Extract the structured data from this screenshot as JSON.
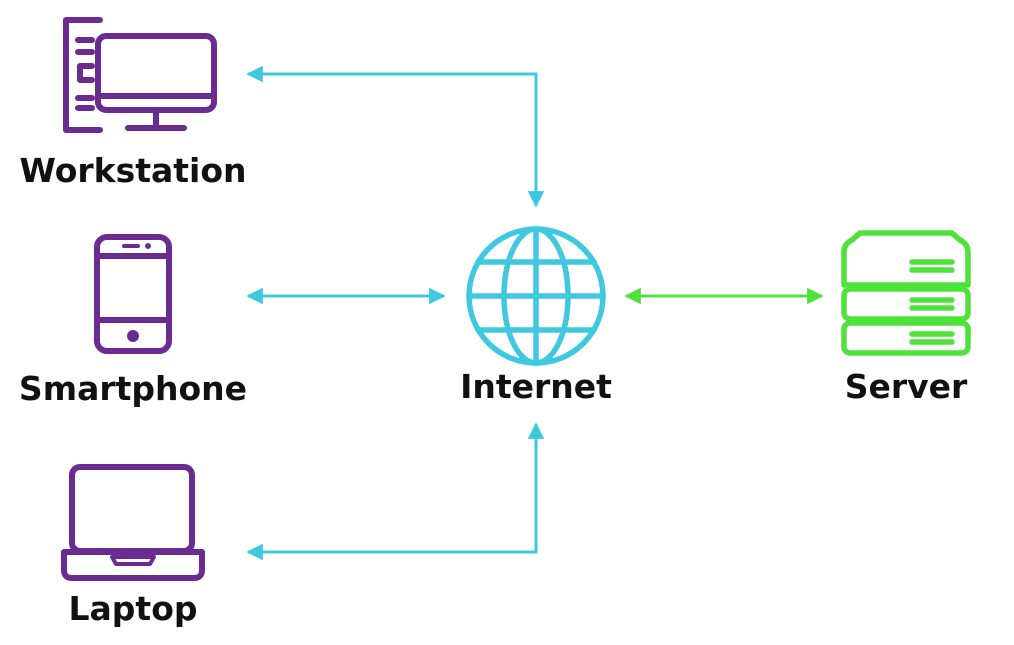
{
  "nodes": {
    "workstation": {
      "label": "Workstation",
      "icon": "desktop-computer-icon"
    },
    "smartphone": {
      "label": "Smartphone",
      "icon": "smartphone-icon"
    },
    "laptop": {
      "label": "Laptop",
      "icon": "laptop-icon"
    },
    "internet": {
      "label": "Internet",
      "icon": "globe-icon"
    },
    "server": {
      "label": "Server",
      "icon": "server-rack-icon"
    }
  },
  "connections": [
    {
      "from": "workstation",
      "to": "internet",
      "direction": "bidirectional",
      "color": "#3fc8de"
    },
    {
      "from": "smartphone",
      "to": "internet",
      "direction": "bidirectional",
      "color": "#3fc8de"
    },
    {
      "from": "laptop",
      "to": "internet",
      "direction": "bidirectional",
      "color": "#3fc8de"
    },
    {
      "from": "internet",
      "to": "server",
      "direction": "bidirectional",
      "color": "#4fe23a"
    }
  ],
  "colors": {
    "device": "#6a2c91",
    "internet": "#3fc8de",
    "server": "#4fe23a",
    "text": "#111111",
    "background": "#ffffff"
  }
}
